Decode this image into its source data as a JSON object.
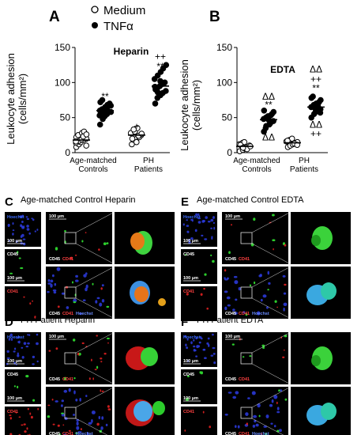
{
  "legend": {
    "medium_label": "Medium",
    "tnfa_label": "TNFα"
  },
  "chart_data": [
    {
      "type": "scatter",
      "panel": "A",
      "title": "Heparin",
      "ylabel": "Leukocyte adhesion",
      "ylabel_unit": "(cells/mm²)",
      "ylim": [
        0,
        150
      ],
      "yticks": [
        "0",
        "50",
        "100",
        "150"
      ],
      "categories": [
        "Age-matched\nControls",
        "PH\nPatients"
      ],
      "category_lines": [
        [
          "Age-matched",
          "Controls"
        ],
        [
          "PH",
          "Patients"
        ]
      ],
      "series": [
        {
          "name": "Medium",
          "values": [
            [
              8,
              12,
              15,
              18,
              20,
              22,
              25,
              28,
              30,
              10,
              14,
              17,
              19,
              23,
              26,
              16
            ],
            [
              12,
              18,
              20,
              22,
              25,
              28,
              30,
              35,
              24,
              27,
              20,
              33,
              15
            ]
          ]
        },
        {
          "name": "TNFα",
          "values": [
            [
              40,
              48,
              52,
              55,
              58,
              60,
              62,
              65,
              68,
              70,
              72,
              75,
              56,
              63,
              67,
              53,
              59
            ],
            [
              70,
              78,
              82,
              85,
              88,
              90,
              92,
              95,
              98,
              100,
              105,
              110,
              115,
              120,
              125,
              94,
              86,
              102
            ]
          ]
        }
      ],
      "medians": {
        "Medium": [
          18,
          25
        ],
        "TNFα": [
          60,
          95
        ]
      },
      "annotations": [
        {
          "cat": 0,
          "y": 80,
          "text": "**"
        },
        {
          "cat": 1,
          "y": 38,
          "text": "+"
        },
        {
          "cat": 1,
          "y": 123,
          "text": "**"
        },
        {
          "cat": 1,
          "y": 137,
          "text": "++"
        }
      ]
    },
    {
      "type": "scatter",
      "panel": "B",
      "title": "EDTA",
      "ylabel": "Leukocyte adhesion",
      "ylabel_unit": "(cells/mm²)",
      "ylim": [
        0,
        150
      ],
      "yticks": [
        "0",
        "50",
        "100",
        "150"
      ],
      "categories": [
        "Age-matched\nControls",
        "PH\nPatients"
      ],
      "category_lines": [
        [
          "Age-matched",
          "Controls"
        ],
        [
          "PH",
          "Patients"
        ]
      ],
      "series": [
        {
          "name": "Medium",
          "values": [
            [
              2,
              4,
              6,
              8,
              10,
              12,
              14,
              15,
              5,
              9,
              11,
              7
            ],
            [
              8,
              10,
              12,
              14,
              15,
              16,
              18,
              20,
              13,
              11,
              17
            ]
          ]
        },
        {
          "name": "TNFα",
          "values": [
            [
              30,
              35,
              40,
              42,
              45,
              48,
              50,
              52,
              55,
              58,
              60,
              38,
              47,
              53
            ],
            [
              50,
              55,
              58,
              60,
              62,
              65,
              68,
              70,
              72,
              75,
              78,
              80,
              63,
              67,
              57
            ]
          ]
        }
      ],
      "medians": {
        "Medium": [
          9,
          14
        ],
        "TNFα": [
          47,
          65
        ]
      },
      "annotations": [
        {
          "cat": 0,
          "y": 22,
          "text": "ΔΔ"
        },
        {
          "cat": 0,
          "y": 68,
          "text": "**"
        },
        {
          "cat": 0,
          "y": 80,
          "text": "ΔΔ"
        },
        {
          "cat": 1,
          "y": 27,
          "text": "++"
        },
        {
          "cat": 1,
          "y": 40,
          "text": "ΔΔ"
        },
        {
          "cat": 1,
          "y": 92,
          "text": "**"
        },
        {
          "cat": 1,
          "y": 105,
          "text": "++"
        },
        {
          "cat": 1,
          "y": 119,
          "text": "ΔΔ"
        }
      ]
    }
  ],
  "micro_panels": [
    {
      "letter": "C",
      "title": "Age-matched Control Heparin"
    },
    {
      "letter": "D",
      "title": "PH Patient Heparin"
    },
    {
      "letter": "E",
      "title": "Age-matched Control EDTA"
    },
    {
      "letter": "F",
      "title": "PH Patient EDTA"
    }
  ],
  "micro_labels": {
    "hoechst": "Hoechst",
    "cd45": "CD45",
    "cd41": "CD41",
    "scale": "100 μm"
  },
  "colors": {
    "hoechst": "#2a39d6",
    "cd45": "#2ed82e",
    "cd41": "#e02020",
    "background": "#000000"
  }
}
